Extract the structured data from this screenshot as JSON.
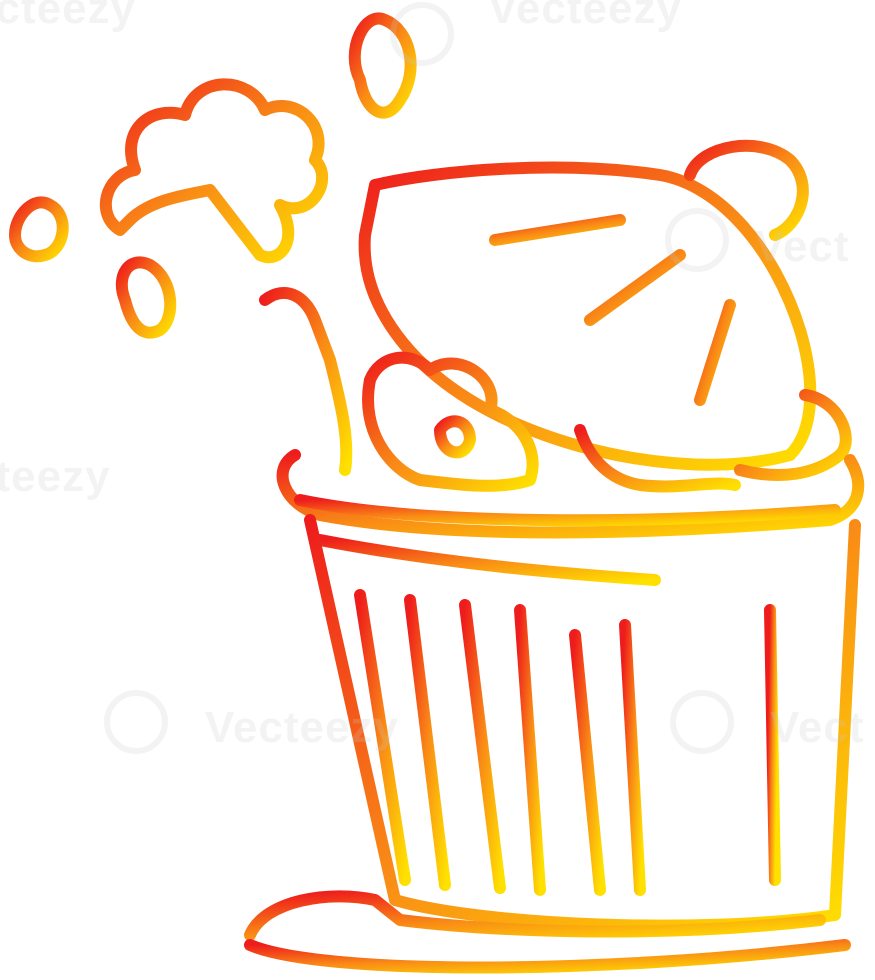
{
  "illustration": {
    "subject": "trash-can-icon",
    "gradient": {
      "start_color": "#ee1c1c",
      "mid_color": "#f98a16",
      "end_color": "#ffe100"
    },
    "stroke_color_top": "#ef2b1d",
    "stroke_color_bottom": "#ffd400"
  },
  "watermark": {
    "brand": "Vecteezy",
    "text_a": "ecteezy",
    "text_b": "Vecteezy",
    "text_c": "Vecteezy",
    "text_d": "Vect",
    "text_e": "Vect",
    "text_f": "cteezy"
  }
}
